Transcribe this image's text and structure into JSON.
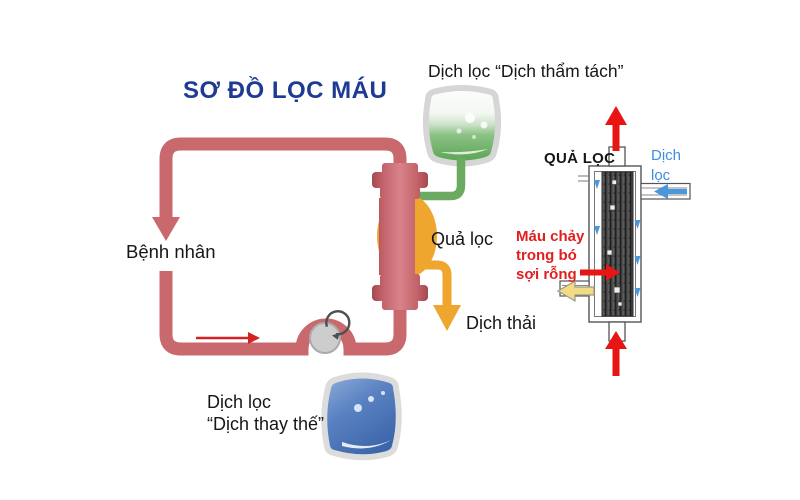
{
  "title": "SƠ ĐỒ LỌC MÁU",
  "main_diagram": {
    "dialysate_bag_label": "Dịch lọc “Dịch thẩm tách”",
    "patient_label": "Bệnh nhân",
    "dialyzer_label": "Quả lọc",
    "waste_label": "Dịch thải",
    "replacement_bag_label_line1": "Dịch lọc",
    "replacement_bag_label_line2": "“Dịch thay thế”"
  },
  "detail_diagram": {
    "title": "QUẢ LỌC",
    "dialysate_in_line1": "Dịch",
    "dialysate_in_line2": "lọc",
    "blood_flow_line1": "Máu chảy",
    "blood_flow_line2": "trong bó",
    "blood_flow_line3": "sợi rỗng"
  },
  "colors": {
    "blood_circuit": "#C9696E",
    "dialysate_green": "#6BAA60",
    "waste_yellow": "#EFA62F",
    "replacement_blue": "#4A74B8",
    "bright_red_arrow": "#E81515",
    "blue_label": "#3E8EDE",
    "title_navy": "#1F3A93"
  }
}
